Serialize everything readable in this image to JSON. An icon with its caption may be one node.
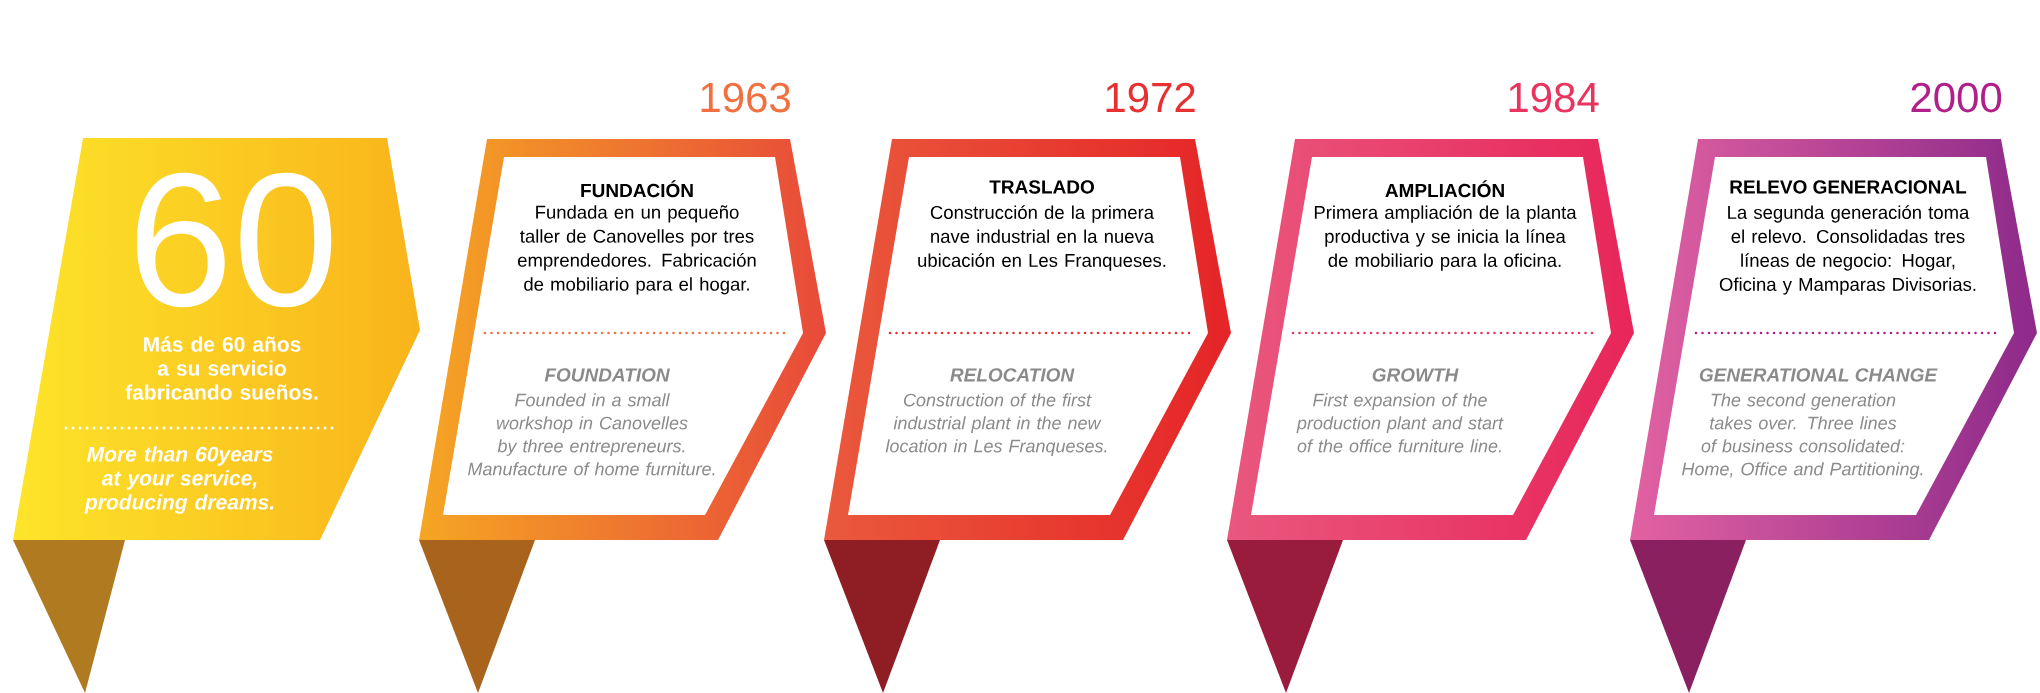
{
  "diagram": {
    "nodes": [
      {
        "text": [
          "60",
          "Más de 60 años a su servicio fabricando sueños.",
          "More than 60years at your service, producing dreams."
        ]
      },
      {
        "text": [
          "1963",
          "FUNDACIÓN",
          "Fundada en un pequeño taller de Canovelles por tres emprendedores. Fabricación de mobiliario para el hogar.",
          "FOUNDATION",
          "Founded in a small workshop in Canovelles by three entrepreneurs. Manufacture of home furniture."
        ]
      },
      {
        "text": [
          "1972",
          "TRASLADO",
          "Construcción de la primera nave industrial en la nueva ubicación en Les Franqueses.",
          "RELOCATION",
          "Construction of the first industrial plant in the new location in Les Franqueses."
        ]
      },
      {
        "text": [
          "1984",
          "AMPLIACIÓN",
          "Primera ampliación de la planta productiva y se inicia la línea de mobiliario para la oficina.",
          "GROWTH",
          "First expansion of the production plant and start of the office furniture line."
        ]
      },
      {
        "text": [
          "2000",
          "RELEVO GENERACIONAL",
          "La segunda generación toma el relevo. Consolidadas tres líneas de negocio: Hogar, Oficina y Mamparas Divisorias.",
          "GENERATIONAL CHANGE",
          "The second generation takes over. Three lines of business consolidated: Home, Office and Partitioning."
        ]
      }
    ]
  }
}
